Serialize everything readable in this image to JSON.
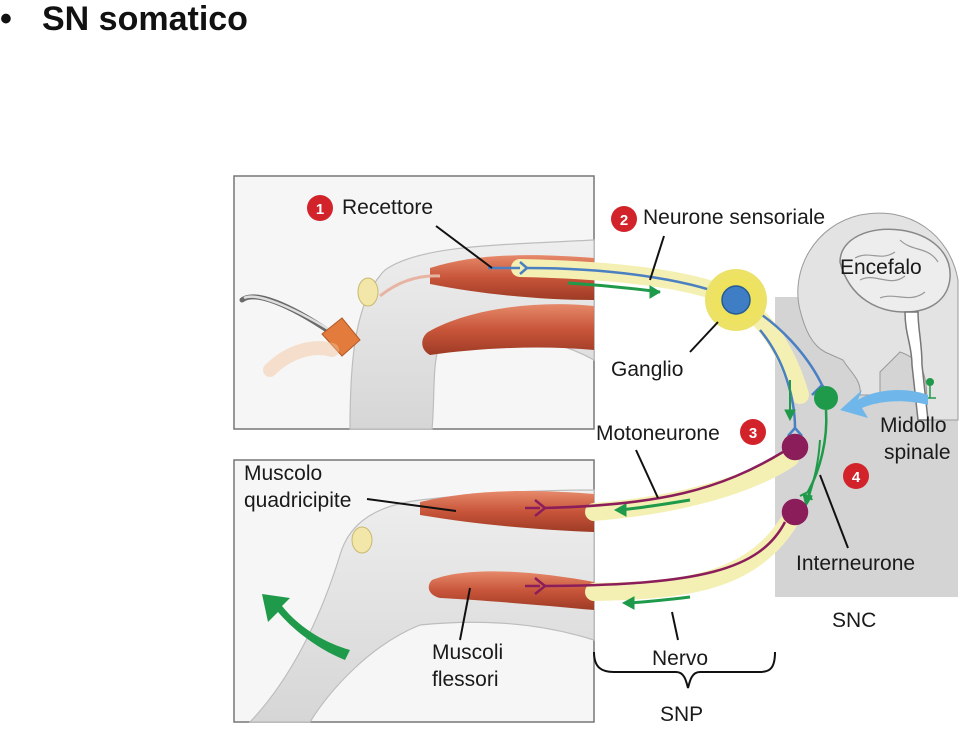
{
  "slide": {
    "bullet": "•",
    "title": "SN somatico"
  },
  "labels": {
    "recettore": "Recettore",
    "neurone_sensoriale": "Neurone sensoriale",
    "encefalo": "Encefalo",
    "ganglio": "Ganglio",
    "motoneurone": "Motoneurone",
    "midollo_1": "Midollo",
    "midollo_2": "spinale",
    "muscolo_1": "Muscolo",
    "muscolo_2": "quadricipite",
    "interneurone": "Interneurone",
    "snc": "SNC",
    "flessori_1": "Muscoli",
    "flessori_2": "flessori",
    "nervo": "Nervo",
    "snp": "SNP"
  },
  "steps": {
    "one": "1",
    "two": "2",
    "three": "3",
    "four": "4"
  },
  "colors": {
    "step_badge": "#d2232a",
    "sensory_neuron": "#4a7fc1",
    "motor_neuron": "#8b1e5a",
    "interneuron": "#1f9a4a",
    "nerve": "#f4f0b4",
    "cns_box": "#d4d4d4",
    "muscle": "#c8553a"
  },
  "icons": [
    "reflex-hammer-icon",
    "motion-arrow-icon",
    "brain-icon"
  ]
}
